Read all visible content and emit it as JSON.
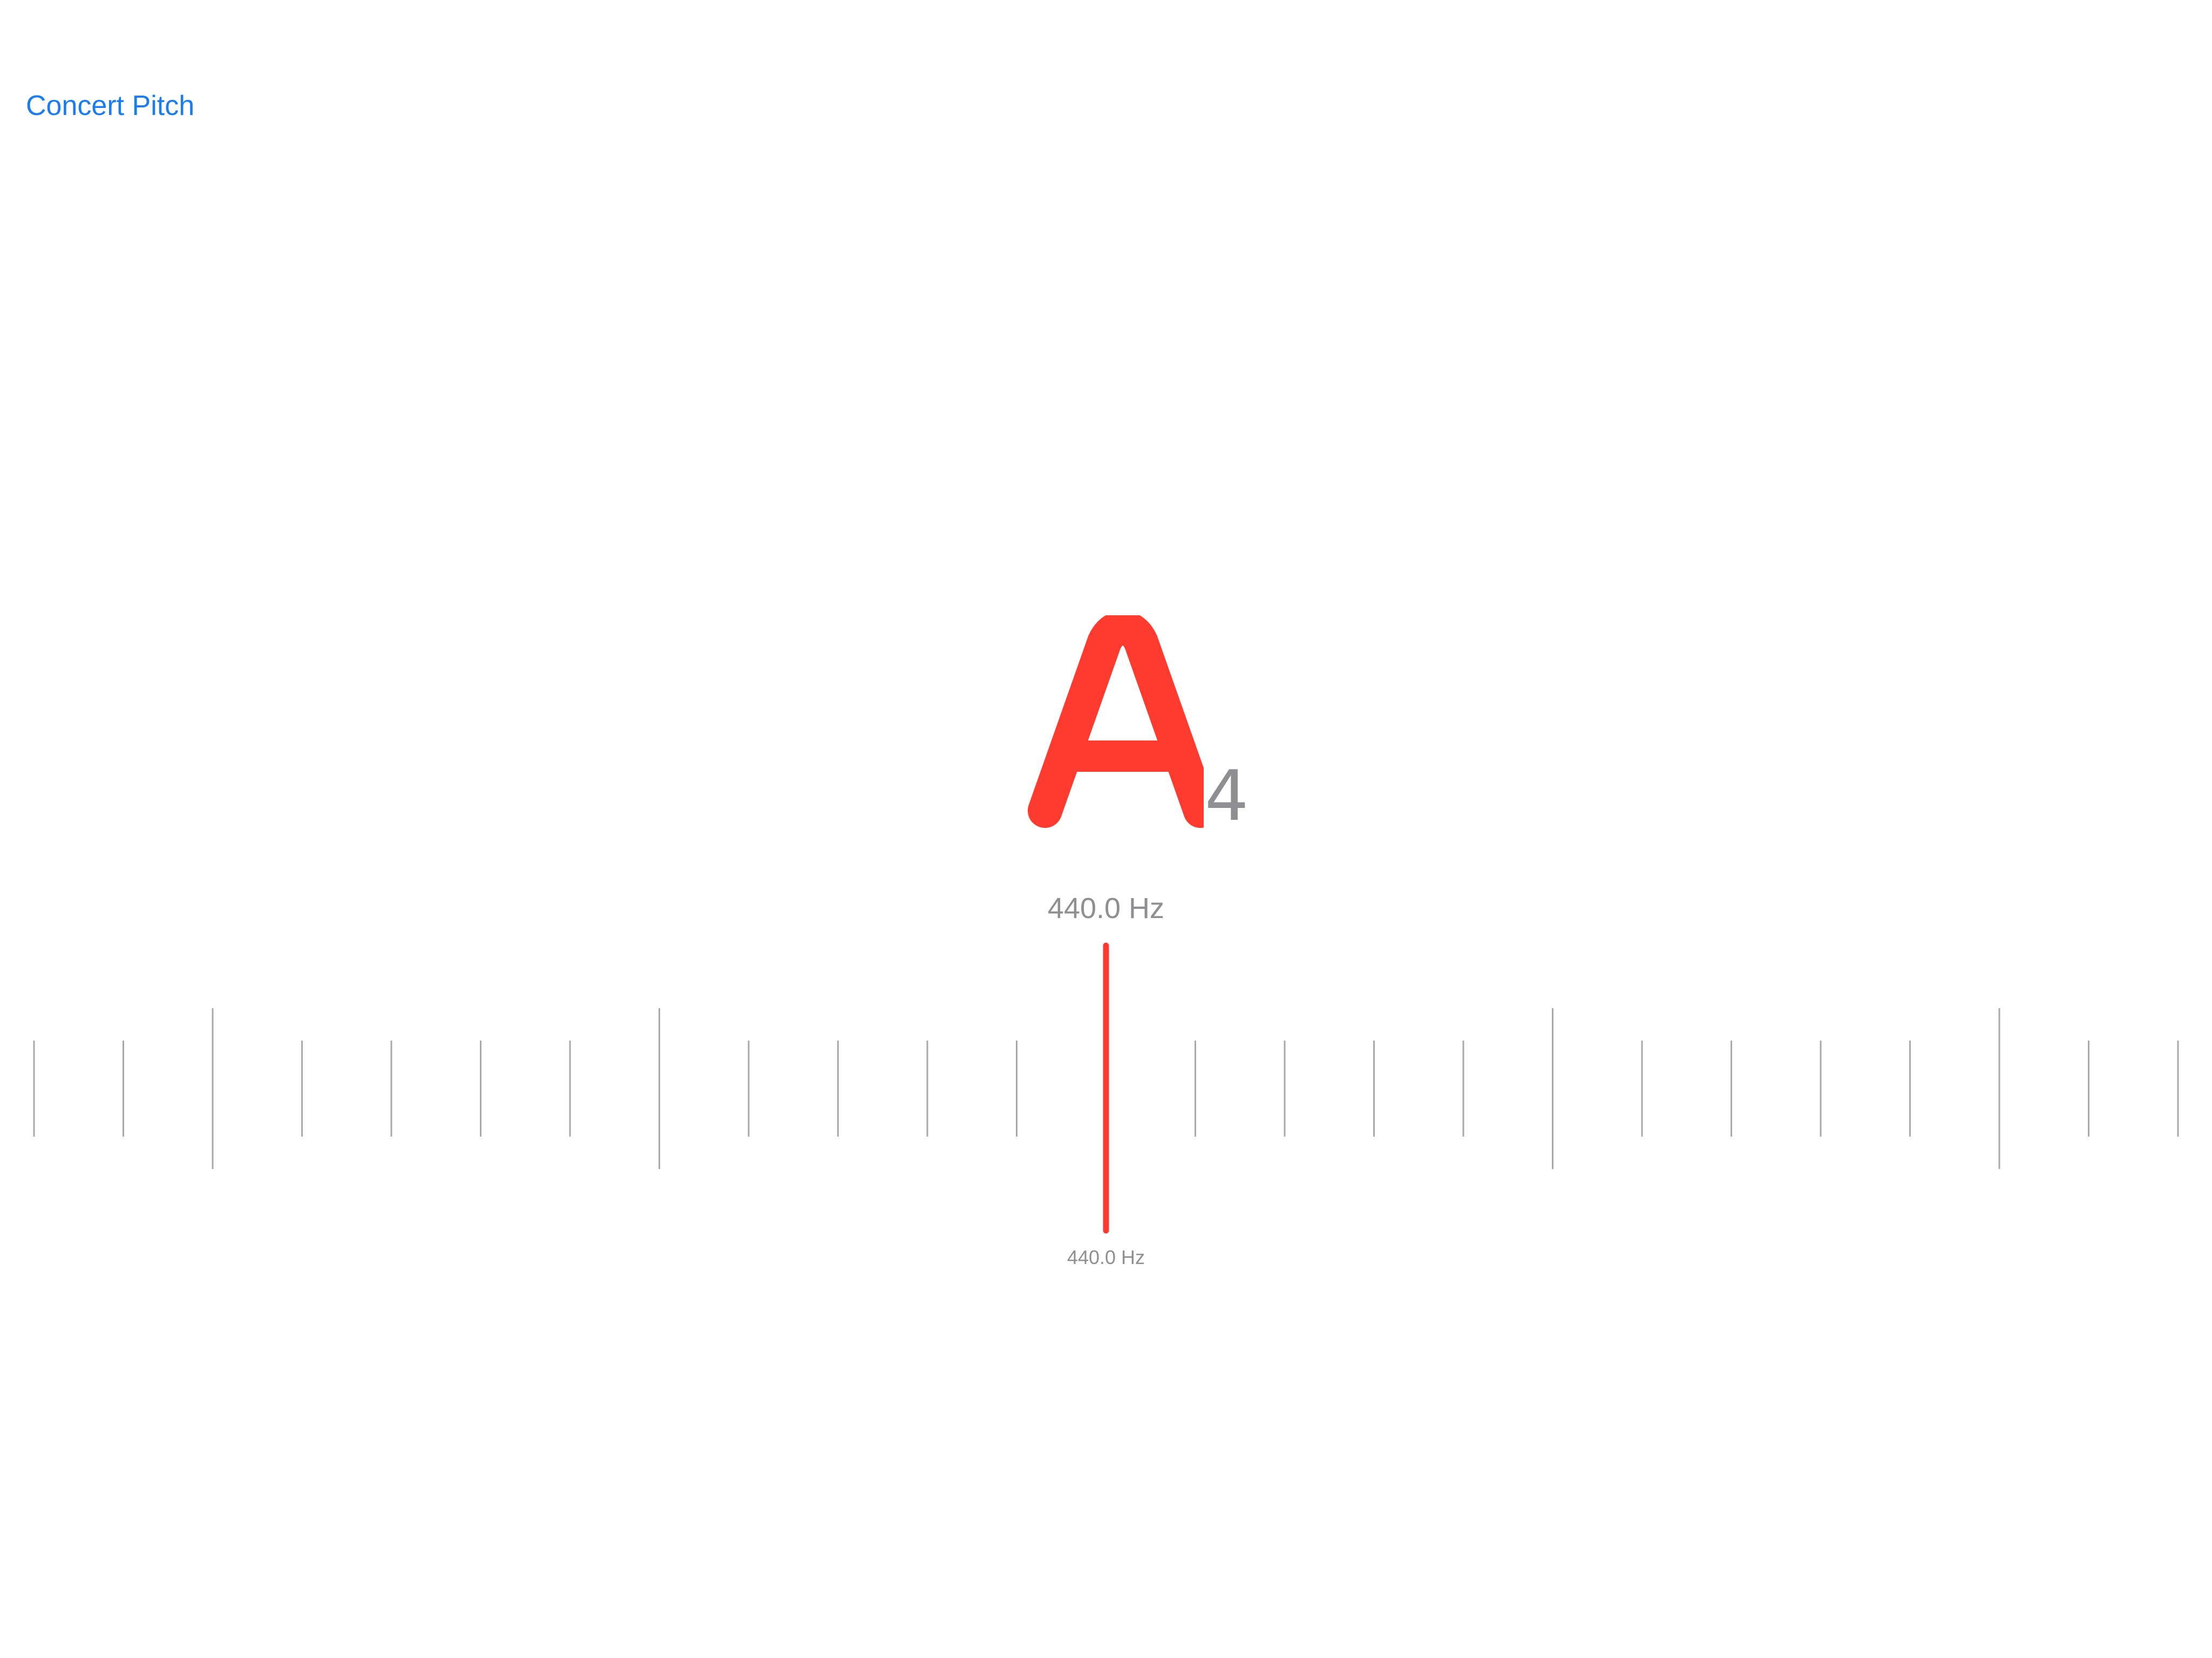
{
  "toolbar": {
    "concert_pitch_label": "Concert Pitch"
  },
  "note": {
    "letter": "A",
    "octave": "4"
  },
  "frequency": {
    "main": "440.0 Hz",
    "needle": "440.0 Hz"
  },
  "meter": {
    "deviation": 0
  },
  "colors": {
    "accent": "#1a7cf0",
    "note": "#ff3b30",
    "secondary_text": "#8e8e93",
    "ticks": "#a9a9ae",
    "background": "#ffffff"
  }
}
